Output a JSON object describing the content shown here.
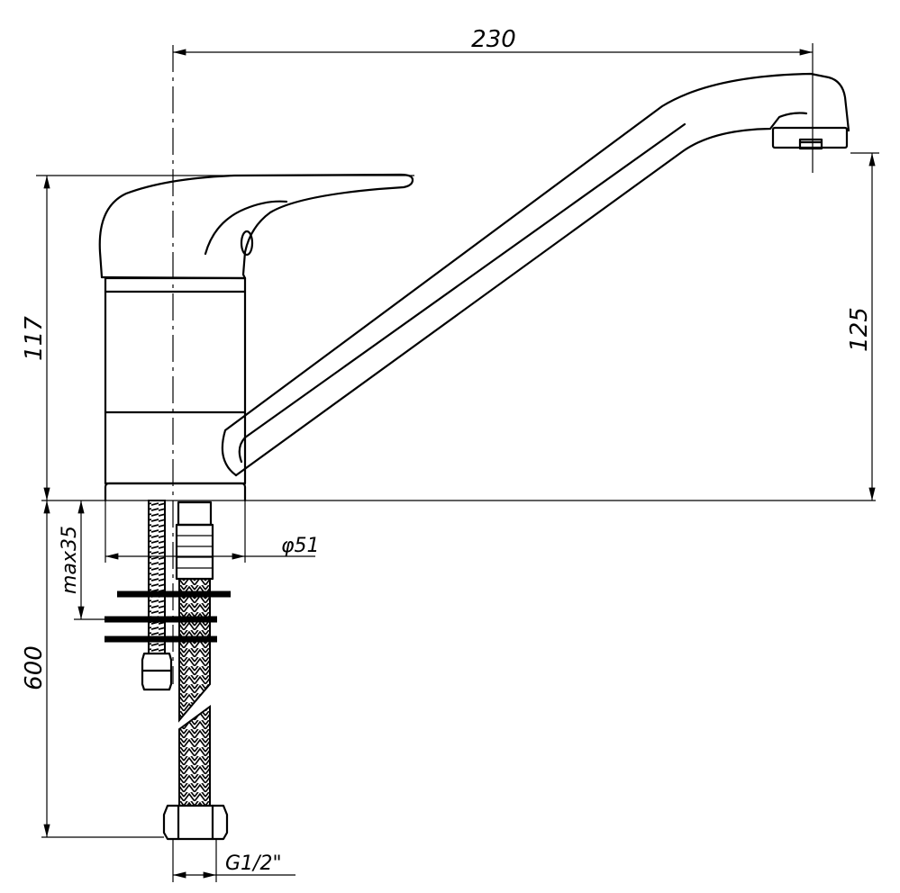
{
  "dimensions": {
    "spout_reach": "230",
    "body_height": "117",
    "spout_height": "125",
    "hose_length": "600",
    "max_thickness": "max35",
    "base_diameter": "φ51",
    "thread": "G1/2\""
  }
}
